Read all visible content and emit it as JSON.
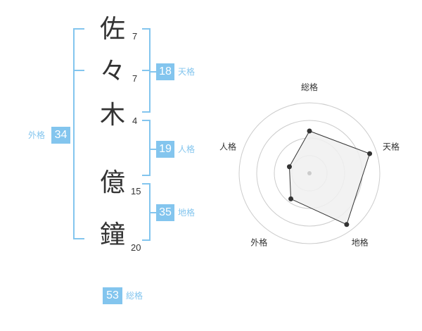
{
  "name": {
    "chars": [
      {
        "char": "佐",
        "strokes": "7"
      },
      {
        "char": "々",
        "strokes": "7"
      },
      {
        "char": "木",
        "strokes": "4"
      },
      {
        "char": "億",
        "strokes": "15"
      },
      {
        "char": "鐘",
        "strokes": "20"
      }
    ]
  },
  "scores": {
    "tenkaku": {
      "label": "天格",
      "value": "18"
    },
    "jinkaku": {
      "label": "人格",
      "value": "19"
    },
    "chikaku": {
      "label": "地格",
      "value": "35"
    },
    "gaikaku": {
      "label": "外格",
      "value": "34"
    },
    "soukaku": {
      "label": "総格",
      "value": "53"
    }
  },
  "colors": {
    "accent": "#83c5ee",
    "text": "#333333",
    "grid": "#cccccc",
    "fill": "#f0f0f0"
  },
  "chart_data": {
    "type": "radar",
    "axes": [
      "総格",
      "天格",
      "地格",
      "外格",
      "人格"
    ],
    "values": [
      0.6,
      0.9,
      0.9,
      0.45,
      0.3
    ],
    "rings": 4,
    "range": [
      0,
      1
    ]
  }
}
